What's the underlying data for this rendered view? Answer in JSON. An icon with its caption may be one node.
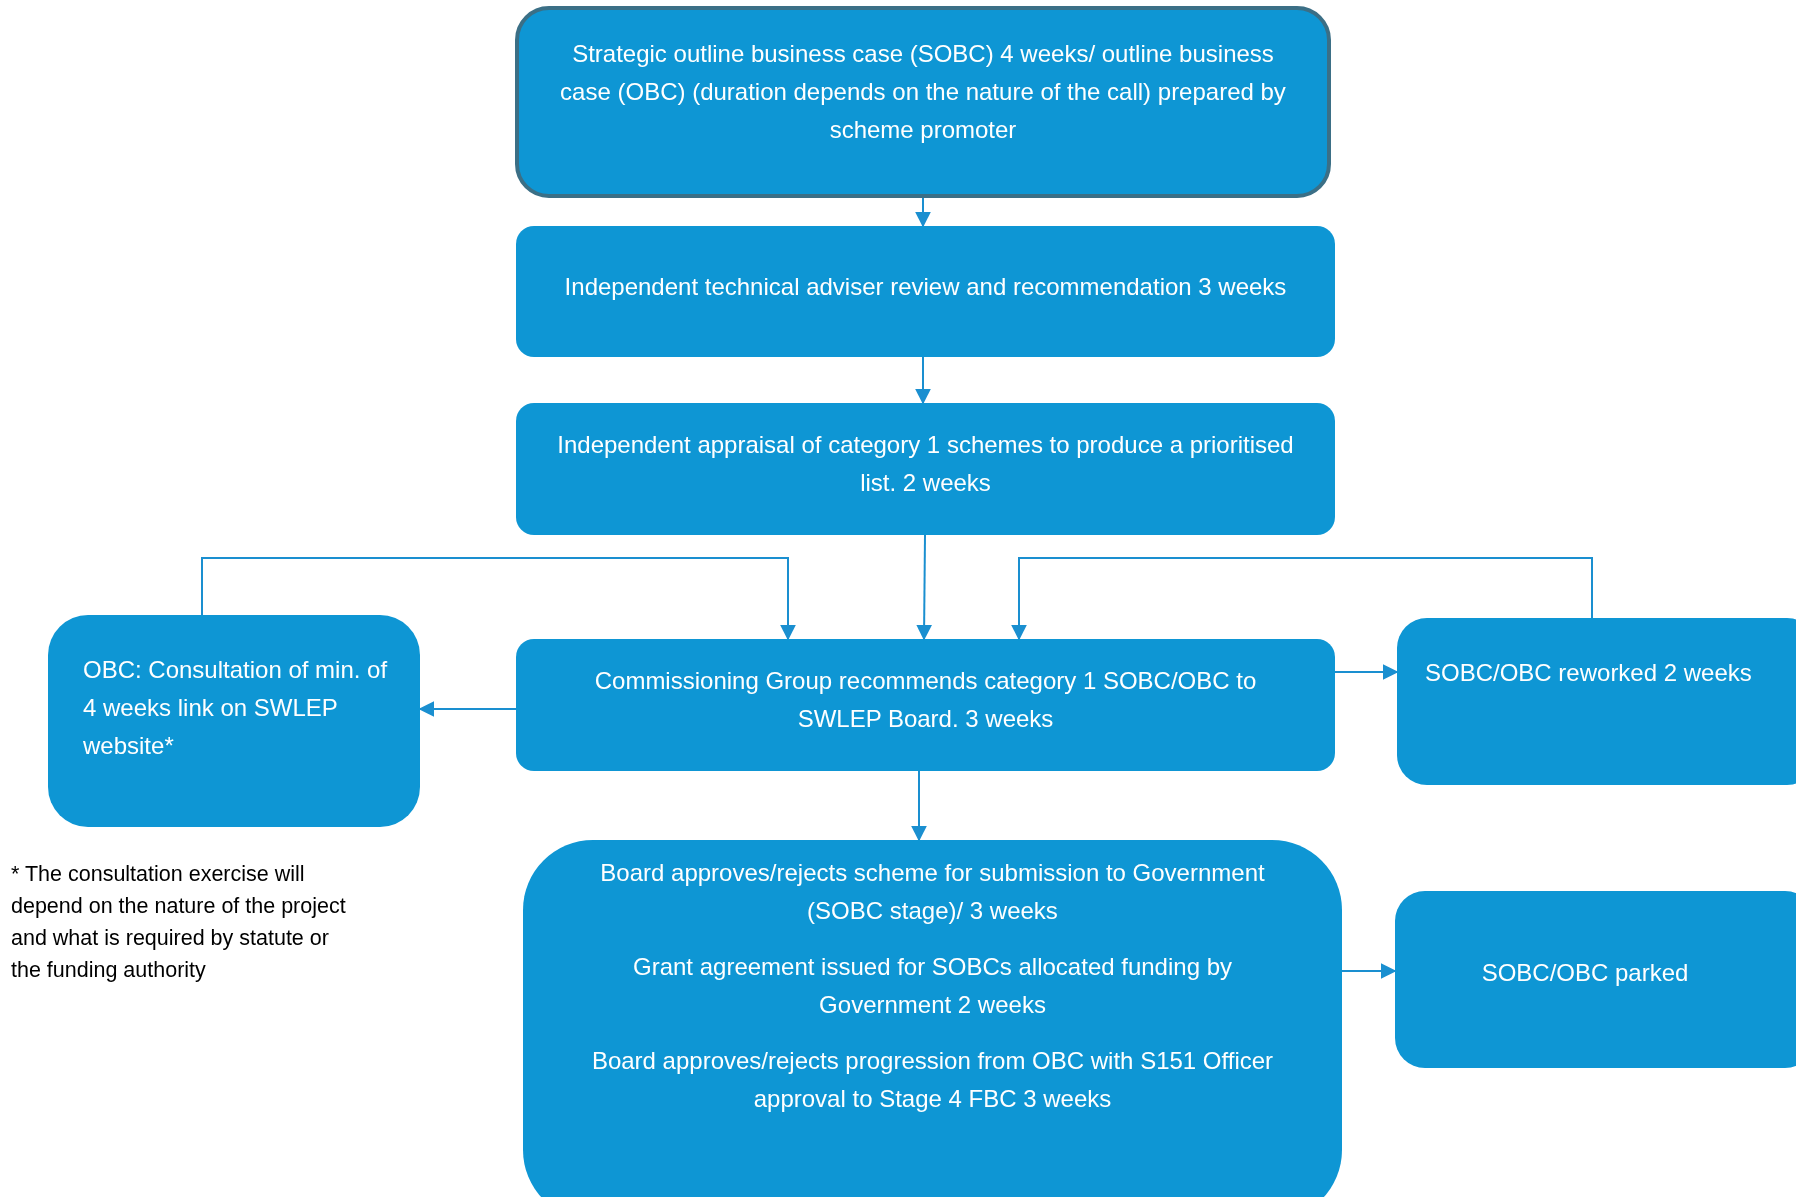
{
  "diagram": {
    "nodes": [
      {
        "text": [
          "Strategic outline business case (SOBC) 4 weeks/ outline business case (OBC) (duration depends on the nature of the call) prepared by scheme promoter"
        ]
      },
      {
        "text": [
          "Independent technical adviser review and recommendation 3 weeks"
        ]
      },
      {
        "text": [
          "Independent appraisal of category 1 schemes to produce a prioritised list. 2 weeks"
        ]
      },
      {
        "text": [
          "OBC: Consultation of min. of 4 weeks link on SWLEP website*"
        ]
      },
      {
        "text": [
          "Commissioning Group recommends category 1 SOBC/OBC to SWLEP Board. 3 weeks"
        ]
      },
      {
        "text": [
          "SOBC/OBC reworked 2 weeks"
        ]
      },
      {
        "text": [
          "Board approves/rejects scheme for submission to Government (SOBC stage)/ 3 weeks",
          "Grant agreement issued for SOBCs allocated funding by Government 2 weeks",
          "Board approves/rejects progression from OBC with S151 Officer approval to Stage 4 FBC 3 weeks"
        ]
      },
      {
        "text": [
          "SOBC/OBC parked"
        ]
      }
    ],
    "edges": [
      {
        "from": 0,
        "to": 1,
        "arrow": "to"
      },
      {
        "from": 1,
        "to": 2,
        "arrow": "to"
      },
      {
        "from": 3,
        "to": 4,
        "arrow": "to"
      },
      {
        "from": 2,
        "to": 4,
        "arrow": "to"
      },
      {
        "from": 5,
        "to": 4,
        "arrow": "to"
      },
      {
        "from": 4,
        "to": 3,
        "arrow": "to"
      },
      {
        "from": 4,
        "to": 5,
        "arrow": "to"
      },
      {
        "from": 4,
        "to": 6,
        "arrow": "to"
      },
      {
        "from": 6,
        "to": 7,
        "arrow": "to"
      }
    ],
    "labels": [
      "* The consultation exercise will depend on the nature of the project and what is required by statute or the funding authority"
    ]
  }
}
